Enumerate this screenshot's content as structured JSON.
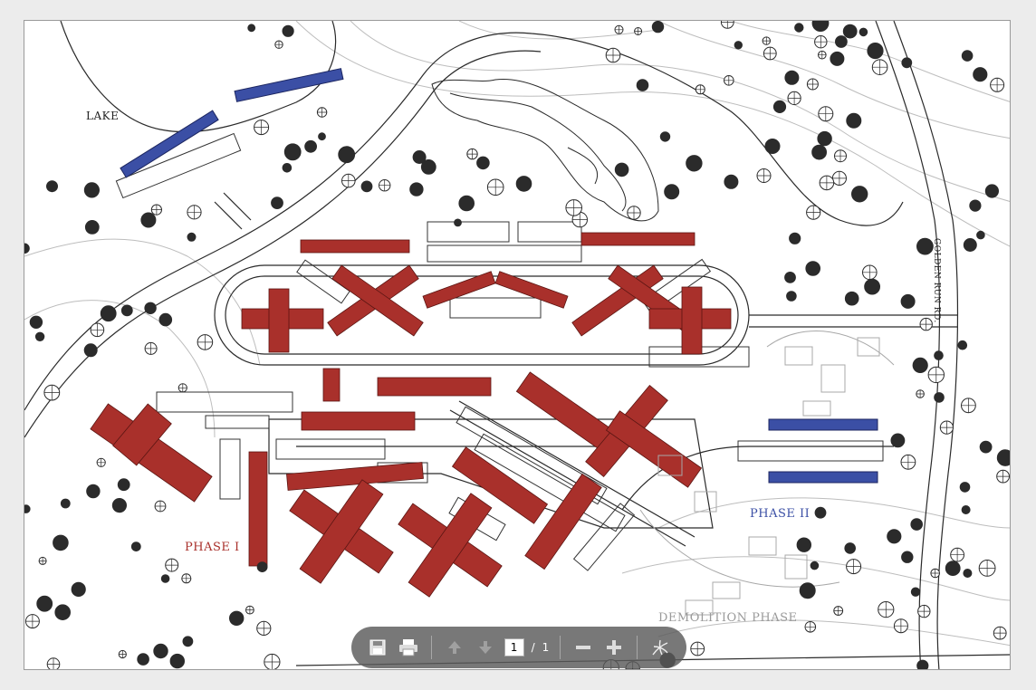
{
  "map": {
    "labels": {
      "lake": "LAKE",
      "phase1": "PHASE I",
      "phase2": "PHASE II",
      "demolition": "DEMOLITION PHASE",
      "road": "GOLDEN RUN RD."
    },
    "colors": {
      "phase1": "#a9302b",
      "phase2": "#3b4fa5",
      "demolition": "#9a9a9a",
      "linework": "#2a2a2a"
    }
  },
  "toolbar": {
    "save_icon": "save-icon",
    "print_icon": "print-icon",
    "prev_icon": "arrow-up-icon",
    "next_icon": "arrow-down-icon",
    "page_current": "1",
    "page_separator": "/",
    "page_total": "1",
    "zoom_out_icon": "minus-icon",
    "zoom_in_icon": "plus-icon",
    "acrobat_icon": "acrobat-icon"
  }
}
